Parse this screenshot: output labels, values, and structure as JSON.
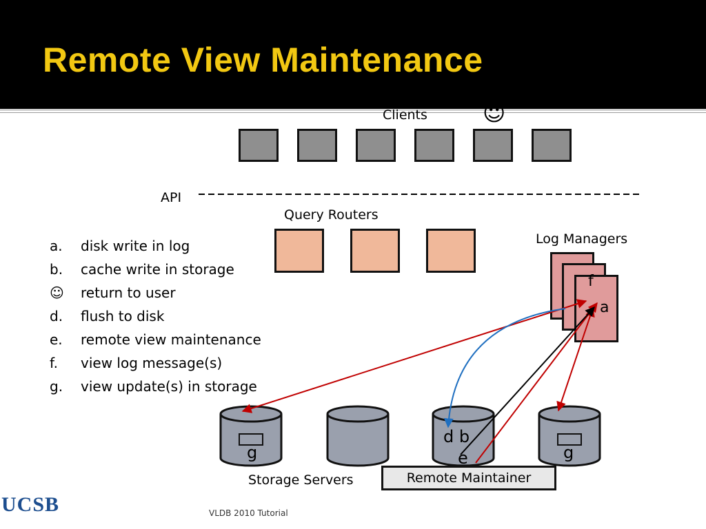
{
  "slide": {
    "title": "Remote View Maintenance",
    "footer": "VLDB 2010 Tutorial",
    "logo_text": "UCSB"
  },
  "diagram": {
    "clients_label": "Clients",
    "clients_smiley": "☺",
    "api_label": "API",
    "query_routers_label": "Query Routers",
    "log_managers_label": "Log Managers",
    "storage_servers_label": "Storage Servers",
    "remote_maintainer_label": "Remote Maintainer",
    "marks": {
      "f": "f",
      "a": "a",
      "db": "d b",
      "e": "e",
      "g_left": "g",
      "g_right": "g"
    },
    "colors": {
      "arrow_red": "#c00000",
      "arrow_blue": "#1f6fc0",
      "arrow_black": "#000000"
    }
  },
  "steps": [
    {
      "marker": "a.",
      "text": "disk write in log"
    },
    {
      "marker": "b.",
      "text": "cache write in storage"
    },
    {
      "marker": "☺",
      "text": "return to user"
    },
    {
      "marker": "d.",
      "text": "flush to disk"
    },
    {
      "marker": "e.",
      "text": "remote view maintenance"
    },
    {
      "marker": "f.",
      "text": "view log message(s)"
    },
    {
      "marker": "g.",
      "text": "view update(s) in storage"
    }
  ]
}
